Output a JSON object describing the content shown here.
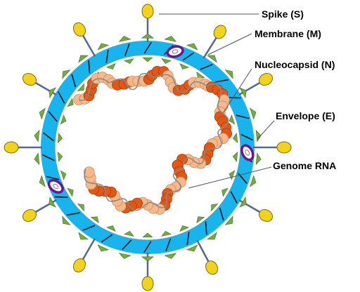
{
  "labels": {
    "spike": "Spike (S)",
    "membrane": "Membrane (M)",
    "nucleocapsid": "Nucleocapsid (N)",
    "envelope": "Envelope (E)",
    "genome": "Genome RNA"
  },
  "colors": {
    "envelope_ring": "#18b4ee",
    "spike_head": "#f2d21a",
    "spike_stalk": "#4f6b8e",
    "membrane_protein": "#74ad3c",
    "envelope_protein": "#6b1690",
    "nucleocapsid_light": "#f7b98a",
    "nucleocapsid_dark": "#e45713",
    "rna_strand": "#8a8a8a",
    "leader_line": "#555555"
  }
}
